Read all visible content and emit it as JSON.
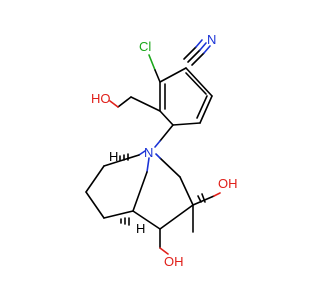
{
  "molecule": {
    "atoms": [
      {
        "id": "N_nitrile",
        "text": "N",
        "color": "#1a33d6"
      },
      {
        "id": "Cl",
        "text": "Cl",
        "color": "#1aa71a"
      },
      {
        "id": "OH_top",
        "text": "HO",
        "color": "#e0201a"
      },
      {
        "id": "N_bridge",
        "text": "N",
        "color": "#1a33d6"
      },
      {
        "id": "H_bridge_top",
        "text": "H",
        "color": "#000000"
      },
      {
        "id": "H_bridge_bottom",
        "text": "H",
        "color": "#000000"
      },
      {
        "id": "OH_right",
        "text": "OH",
        "color": "#e0201a"
      },
      {
        "id": "OH_bottom",
        "text": "OH",
        "color": "#e0201a"
      }
    ]
  }
}
